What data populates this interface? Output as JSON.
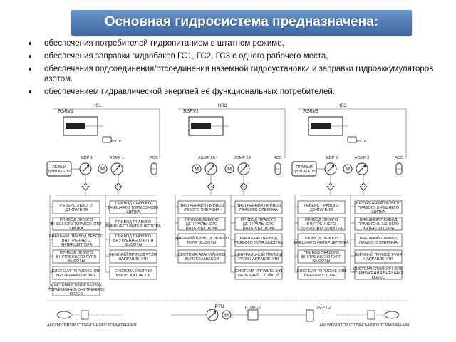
{
  "title": "Основная гидросистема предназначена:",
  "bullets": [
    "обеспечения потребителей гидропитанием в штатном режиме,",
    "обеспечения заправки гидробаков ГС1, ГС2, ГС3 с одного рабочего места,",
    "обеспечения подсоединения/отсоединения наземной гидроустановки и заправки гидроаккумуляторов азотом.",
    "обеспечением гидравлической энергией её функциональных потребителей."
  ],
  "diagram": {
    "systems": [
      {
        "hs": "HS1",
        "rsrv": "RSRV1",
        "fwsov": "FWSOV",
        "engine": "ЛЕВЫЙ ДВИГАТЕЛЬ",
        "pump_a": "EDP 1",
        "pump_b": "ACMP 1",
        "acc": "ACC",
        "left_boxes": [
          "РЕВЕРС ЛЕВОГО ДВИГАТЕЛЯ",
          "ПРИВОД ЛЕВОГО ВНЕШНЕГО ТОРМОЗНОГО ЩИТКА",
          "ВНЕШНИЙ ПРИВОД ЛЕВОГО ВНУТРЕННЕГО ИНТЕРЦЕПТОРА",
          "ПРИВОД ЛЕВОГО ВНУТРЕННЕГО РУЛЯ ВЫСОТЫ",
          "СИСТЕМА ТОРМОЖЕНИЯ ВНУТРЕННИХ КОЛЕС",
          "СИСТЕМА СТОЯНОЧНОГО ТОРМОЖЕНИЯ ВНУТРЕННИХ КОЛЕС"
        ],
        "right_boxes": [
          "ПРИВОД ПРАВОГО ВНЕШНЕГО ТОРМОЗНОГО ЩИТКА",
          "ПРИВОД ПРАВОГО ВНЕШНЕГО ИНТЕРЦЕПТОРА",
          "ПРИВОД ПРАВОГО ВНУТРЕННЕГО РУЛЯ ВЫСОТЫ",
          "НИЖНИЙ ПРИВОД РУЛЯ НАПРАВЛЕНИЯ",
          "СИСТЕМА УБОРКИ/ ВЫПУСКА ШАССИ"
        ]
      },
      {
        "hs": "HS2",
        "rsrv": "RSRV2",
        "pump_a": "ACMP 2A",
        "pump_b": "DCMP 2B",
        "acc": "ACC",
        "left_boxes": [
          "ВНУТРЕННИЙ ПРИВОД ЛЕВОГО ЭЛЕРОНА",
          "ПРИВОД ЛЕВОГО ЦЕНТРАЛЬНОГО ИНТЕРЦЕПТОРА",
          "ВНЕШНИЙ ПРИВОД ЛЕВОГО РУЛЯ ВЫСОТЫ",
          "СИСТЕМА АВАРИЙНОГО ВЫПУСКА ШАССИ"
        ],
        "right_boxes": [
          "ВНУТРЕННИЙ ПРИВОД ПРАВОГО ЭЛЕРОНА",
          "ПРИВОД ПРАВОГО ЦЕНТРАЛЬНОГО ИНТЕРЦЕПТОРА",
          "ВНЕШНИЙ ПРИВОД ПРАВОГО РУЛЯ ВЫСОТЫ",
          "ЦЕНТРАЛЬНЫЙ ПРИВОД РУЛЯ НАПРАВЛЕНИЯ",
          "СИСТЕМА УПРАВЛЕНИЯ ПЕРЕДНЕЙ СТОЙКОЙ"
        ]
      },
      {
        "hs": "HS3",
        "rsrv": "RSRV3",
        "fwsov": "FWSOV",
        "engine": "ПРАВЫЙ ДВИГАТЕЛЬ",
        "pump_a": "EDP 3",
        "pump_b": "ACMP 3",
        "acc": "ACC",
        "left_boxes": [
          "РЕВЕРС ПРАВОГО ДВИГАТЕЛЯ",
          "ПРИВОД ЛЕВОГО ВНУТРЕННЕГО ТОРМОЗНОГО ЩИТКА",
          "ПРИВОД ЛЕВОГО ВНЕШНЕГО ИНТЕРЦЕПТОРА",
          "ПРИВОД ПРАВОГО ВНУТРЕННЕГО РУЛЯ ВЫСОТЫ",
          "СИСТЕМА ТОРМОЖЕНИЯ ВНЕШНИХ КОЛЕС"
        ],
        "right_boxes": [
          "ВНУТРЕННИЙ ПРИВОД ПРАВОГО ВНЕШНЕГО ЩИТКА",
          "ВНЕШНИЙ ПРИВОД ПРАВОГО ВНЕШНЕГО ИНТЕРЦЕПТОРА",
          "ВНЕШНИЙ ПРИВОД ПРАВОГО ЭЛЕРОНА",
          "ВЕРХНИЙ ПРИВОД РУЛЯ НАПРАВЛЕНИЯ",
          "СИСТЕМА СТОЯНОЧНОГО ТОРМОЖЕНИЯ ВНЕШНИХ КОЛЕС"
        ]
      }
    ],
    "ptu": "PTU",
    "ptufcv": "PTUFCV",
    "svptu": "SV-PTU",
    "acc_left": "АККУМУЛЯТОР СТОЯНОЧНОГО ТОРМОЖЕНИЯ",
    "acc_right": "АККУМУЛЯТОР СТОЯНОЧНОГО ТОРМОЖЕНИЯ"
  }
}
